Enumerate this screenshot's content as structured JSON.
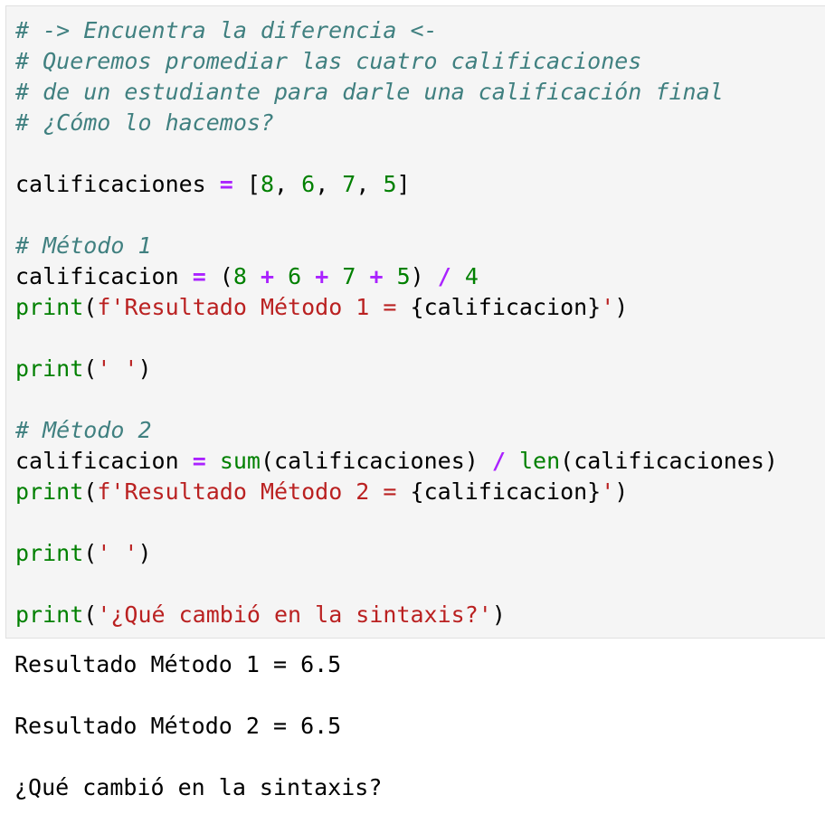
{
  "code": {
    "comment_1": "# -> Encuentra la diferencia <-",
    "comment_2": "# Queremos promediar las cuatro calificaciones",
    "comment_3": "# de un estudiante para darle una calificación final",
    "comment_4": "# ¿Cómo lo hacemos?",
    "list_var": "calificaciones",
    "list_values": [
      "8",
      "6",
      "7",
      "5"
    ],
    "comment_method1": "# Método 1",
    "var": "calificacion",
    "divisor": "4",
    "print_fn": "print",
    "fstring_prefix": "f'",
    "fstring_method1_text": "Resultado Método 1 = ",
    "fstring_var": "{calificacion}",
    "quote": "'",
    "space_string": "' '",
    "comment_method2": "# Método 2",
    "sum_fn": "sum",
    "len_fn": "len",
    "fstring_method2_text": "Resultado Método 2 = ",
    "question_string": "'¿Qué cambió en la sintaxis?'"
  },
  "output": {
    "line_1": "Resultado Método 1 = 6.5",
    "line_2": "Resultado Método 2 = 6.5",
    "line_3": "¿Qué cambió en la sintaxis?"
  },
  "colors": {
    "cell_background": "#f5f5f5",
    "comment": "#408080",
    "operator": "#aa22ff",
    "number": "#008000",
    "builtin": "#008000",
    "string": "#ba2121"
  }
}
